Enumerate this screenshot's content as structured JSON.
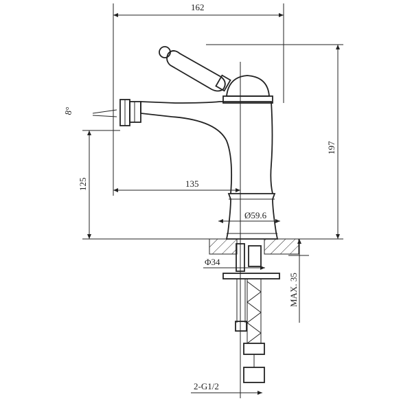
{
  "drawing": {
    "title": "Bidet mixer dimension drawing",
    "dimensions": {
      "total_width": "162",
      "total_height": "197",
      "spout_angle": "8°",
      "spout_height": "125",
      "spout_reach": "135",
      "base_diameter": "Ø59.6",
      "shank_diameter": "Φ34",
      "max_counter_thickness": "MAX. 35",
      "connections": "2-G1/2"
    },
    "colors": {
      "line": "#222222",
      "background": "#ffffff"
    }
  }
}
